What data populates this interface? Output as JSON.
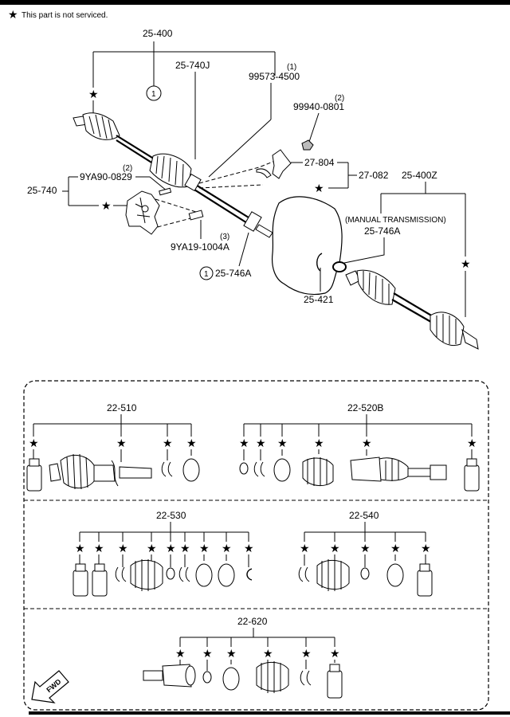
{
  "header": {
    "note_symbol": "★",
    "note_text": "This part is not serviced."
  },
  "callouts": {
    "assembly_left": "25-400",
    "assembly_right": "25-400Z",
    "inner_joint": "25-740J",
    "ring_ref": "1",
    "bolt_top_qty": "(1)",
    "bolt_top": "99573-4500",
    "nut_qty": "(2)",
    "nut": "99940-0801",
    "bracket_upper": "27-804",
    "bracket_assy": "27-082",
    "bearing_support": "25-740",
    "bolt_a_qty": "(2)",
    "bolt_a": "9YA90-0829",
    "bolt_b_qty": "(3)",
    "bolt_b": "9YA19-1004A",
    "seal_left": "25-746A",
    "seal_right": "25-746A",
    "transmission_note": "(MANUAL TRANSMISSION)",
    "snap_ring": "25-421"
  },
  "kits": {
    "k510": "22-510",
    "k520b": "22-520B",
    "k530": "22-530",
    "k540": "22-540",
    "k620": "22-620"
  },
  "stars": {
    "s": "★"
  },
  "fwd": {
    "label": "FWD"
  }
}
